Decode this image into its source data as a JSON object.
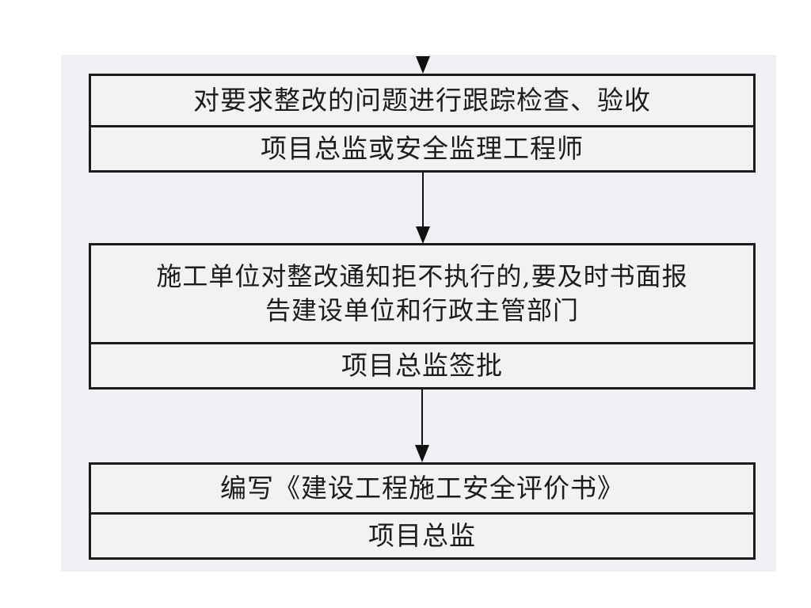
{
  "flowchart": {
    "steps": [
      {
        "action": "对要求整改的问题进行跟踪检查、验收",
        "responsible": "项目总监或安全监理工程师"
      },
      {
        "action_line1": "施工单位对整改通知拒不执行的,要及时书面报",
        "action_line2": "告建设单位和行政主管部门",
        "responsible": "项目总监签批"
      },
      {
        "action": "编写《建设工程施工安全评价书》",
        "responsible": "项目总监"
      }
    ],
    "colors": {
      "paper": "#eff0f3",
      "border": "#1b1b1b",
      "text": "#1c1c1c"
    }
  }
}
